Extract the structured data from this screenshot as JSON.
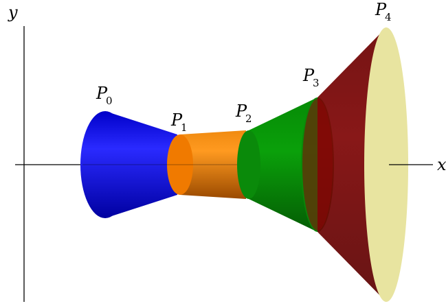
{
  "axes": {
    "x_label": "x",
    "y_label": "y"
  },
  "points": [
    {
      "base": "P",
      "sub": "0"
    },
    {
      "base": "P",
      "sub": "1"
    },
    {
      "base": "P",
      "sub": "2"
    },
    {
      "base": "P",
      "sub": "3"
    },
    {
      "base": "P",
      "sub": "4"
    }
  ],
  "segments": [
    {
      "from": "P0",
      "to": "P1",
      "color": "#1010f0"
    },
    {
      "from": "P1",
      "to": "P2",
      "color": "#f07a00"
    },
    {
      "from": "P2",
      "to": "P3",
      "color": "#0a8a0a"
    },
    {
      "from": "P3",
      "to": "P4",
      "color": "#7a0000"
    }
  ],
  "end_cap_color": "#e8e4a0"
}
